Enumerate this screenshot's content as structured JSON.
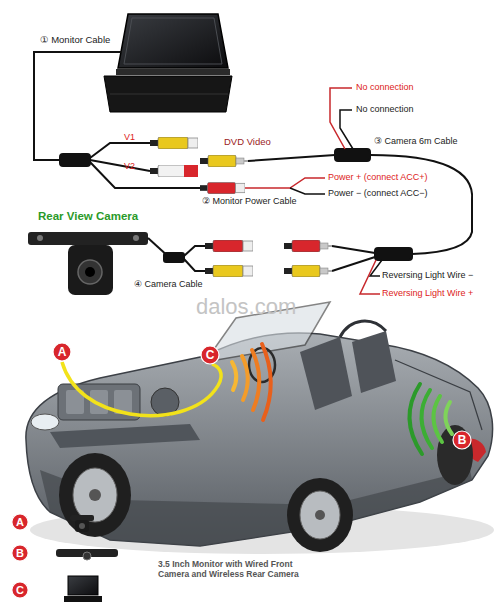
{
  "diagram": {
    "nodes": [
      {
        "text": [
          "Rear View Camera"
        ]
      },
      {
        "text": [
          "A"
        ]
      },
      {
        "text": [
          "C"
        ]
      },
      {
        "text": [
          "B"
        ]
      },
      {
        "text": [
          "A"
        ]
      },
      {
        "text": [
          "B"
        ]
      },
      {
        "text": [
          "C"
        ]
      }
    ],
    "labels": [
      "① Monitor Cable",
      "V1",
      "V2",
      "DVD Video",
      "② Monitor Power Cable",
      "Power + (connect ACC+)",
      "Power − (connect ACC−)",
      "No connection",
      "No connection",
      "③ Camera 6m Cable",
      "④ Camera Cable",
      "Reversing Light Wire −",
      "Reversing Light Wire +",
      "dalos.com",
      "3.5 Inch Monitor with Wired Front Camera and Wireless Rear Camera"
    ]
  }
}
